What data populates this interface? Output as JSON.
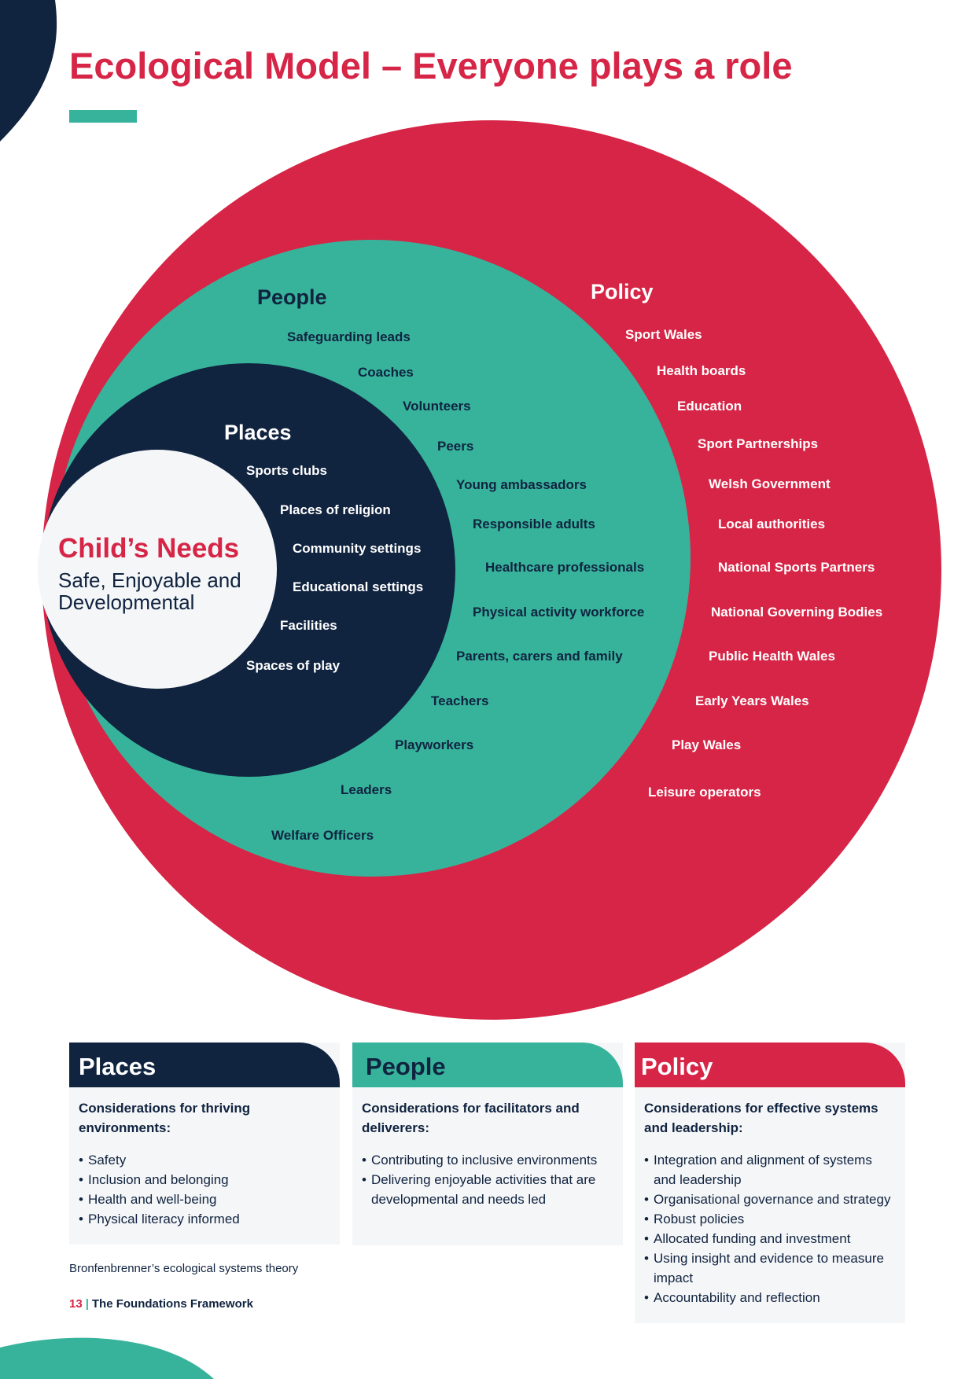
{
  "title": "Ecological Model – Everyone plays a role",
  "colors": {
    "policy": "#d62546",
    "people": "#37b39c",
    "places": "#10233f",
    "child": "#f5f6f8"
  },
  "diagram": {
    "policy": {
      "heading": "Policy",
      "items": [
        "Sport Wales",
        "Health boards",
        "Education",
        "Sport Partnerships",
        "Welsh Government",
        "Local authorities",
        "National Sports Partners",
        "National Governing Bodies",
        "Public Health Wales",
        "Early Years Wales",
        "Play Wales",
        "Leisure operators"
      ]
    },
    "people": {
      "heading": "People",
      "items": [
        "Safeguarding leads",
        "Coaches",
        "Volunteers",
        "Peers",
        "Young ambassadors",
        "Responsible adults",
        "Healthcare professionals",
        "Physical activity workforce",
        "Parents, carers and family",
        "Teachers",
        "Playworkers",
        "Leaders",
        "Welfare Officers"
      ]
    },
    "places": {
      "heading": "Places",
      "items": [
        "Sports clubs",
        "Places of religion",
        "Community settings",
        "Educational settings",
        "Facilities",
        "Spaces of play"
      ]
    },
    "child": {
      "title": "Child’s Needs",
      "subtitle": "Safe, Enjoyable and Developmental"
    }
  },
  "cards": {
    "places": {
      "heading": "Places",
      "subheading": "Considerations for thriving environments:",
      "items": [
        "Safety",
        "Inclusion and belonging",
        "Health and well-being",
        "Physical literacy informed"
      ]
    },
    "people": {
      "heading": "People",
      "subheading": "Considerations for facilitators and deliverers:",
      "items": [
        "Contributing to inclusive environments",
        "Delivering enjoyable activities that are developmental and needs led"
      ]
    },
    "policy": {
      "heading": "Policy",
      "subheading": "Considerations for effective systems and leadership:",
      "items": [
        "Integration and alignment of systems and leadership",
        "Organisational governance and strategy",
        "Robust policies",
        "Allocated funding and investment",
        "Using insight and evidence to measure impact",
        "Accountability and reflection"
      ]
    }
  },
  "caption": "Bronfenbrenner’s ecological systems theory",
  "footer": {
    "page": "13",
    "separator": "|",
    "document": "The Foundations Framework"
  }
}
